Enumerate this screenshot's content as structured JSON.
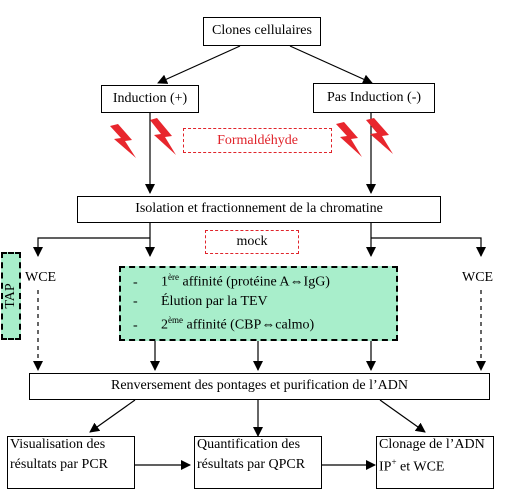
{
  "nodes": {
    "clones": "Clones cellulaires",
    "induction": "Induction (+)",
    "pas_induction": "Pas Induction (-)",
    "formaldehyde": "Formaldéhyde",
    "isolation": "Isolation et fractionnement de la chromatine",
    "mock": "mock",
    "wce_left": "WCE",
    "wce_right": "WCE",
    "tap": "TAP",
    "steps": {
      "step1_pre": "1",
      "step1_sup": "ère",
      "step1_post": " affinité (protéine A⇔IgG)",
      "step2": "Élution par la TEV",
      "step3_pre": "2",
      "step3_sup": "ème",
      "step3_post": " affinité (CBP⇔calmo)",
      "bullet": "-"
    },
    "renversement": "Renversement des pontages et purification de l’ADN",
    "visualisation_l1": "Visualisation des",
    "visualisation_l2": "résultats par PCR",
    "quantification_l1": "Quantification des",
    "quantification_l2": "résultats par QPCR",
    "clonage_l1": "Clonage de l’ADN",
    "clonage_l2_pre": "IP",
    "clonage_l2_sup": "+",
    "clonage_l2_post": " et WCE"
  },
  "colors": {
    "lightning": "#e8262d",
    "dashed_red": "#e0242b",
    "green_fill": "#a8eecb"
  }
}
